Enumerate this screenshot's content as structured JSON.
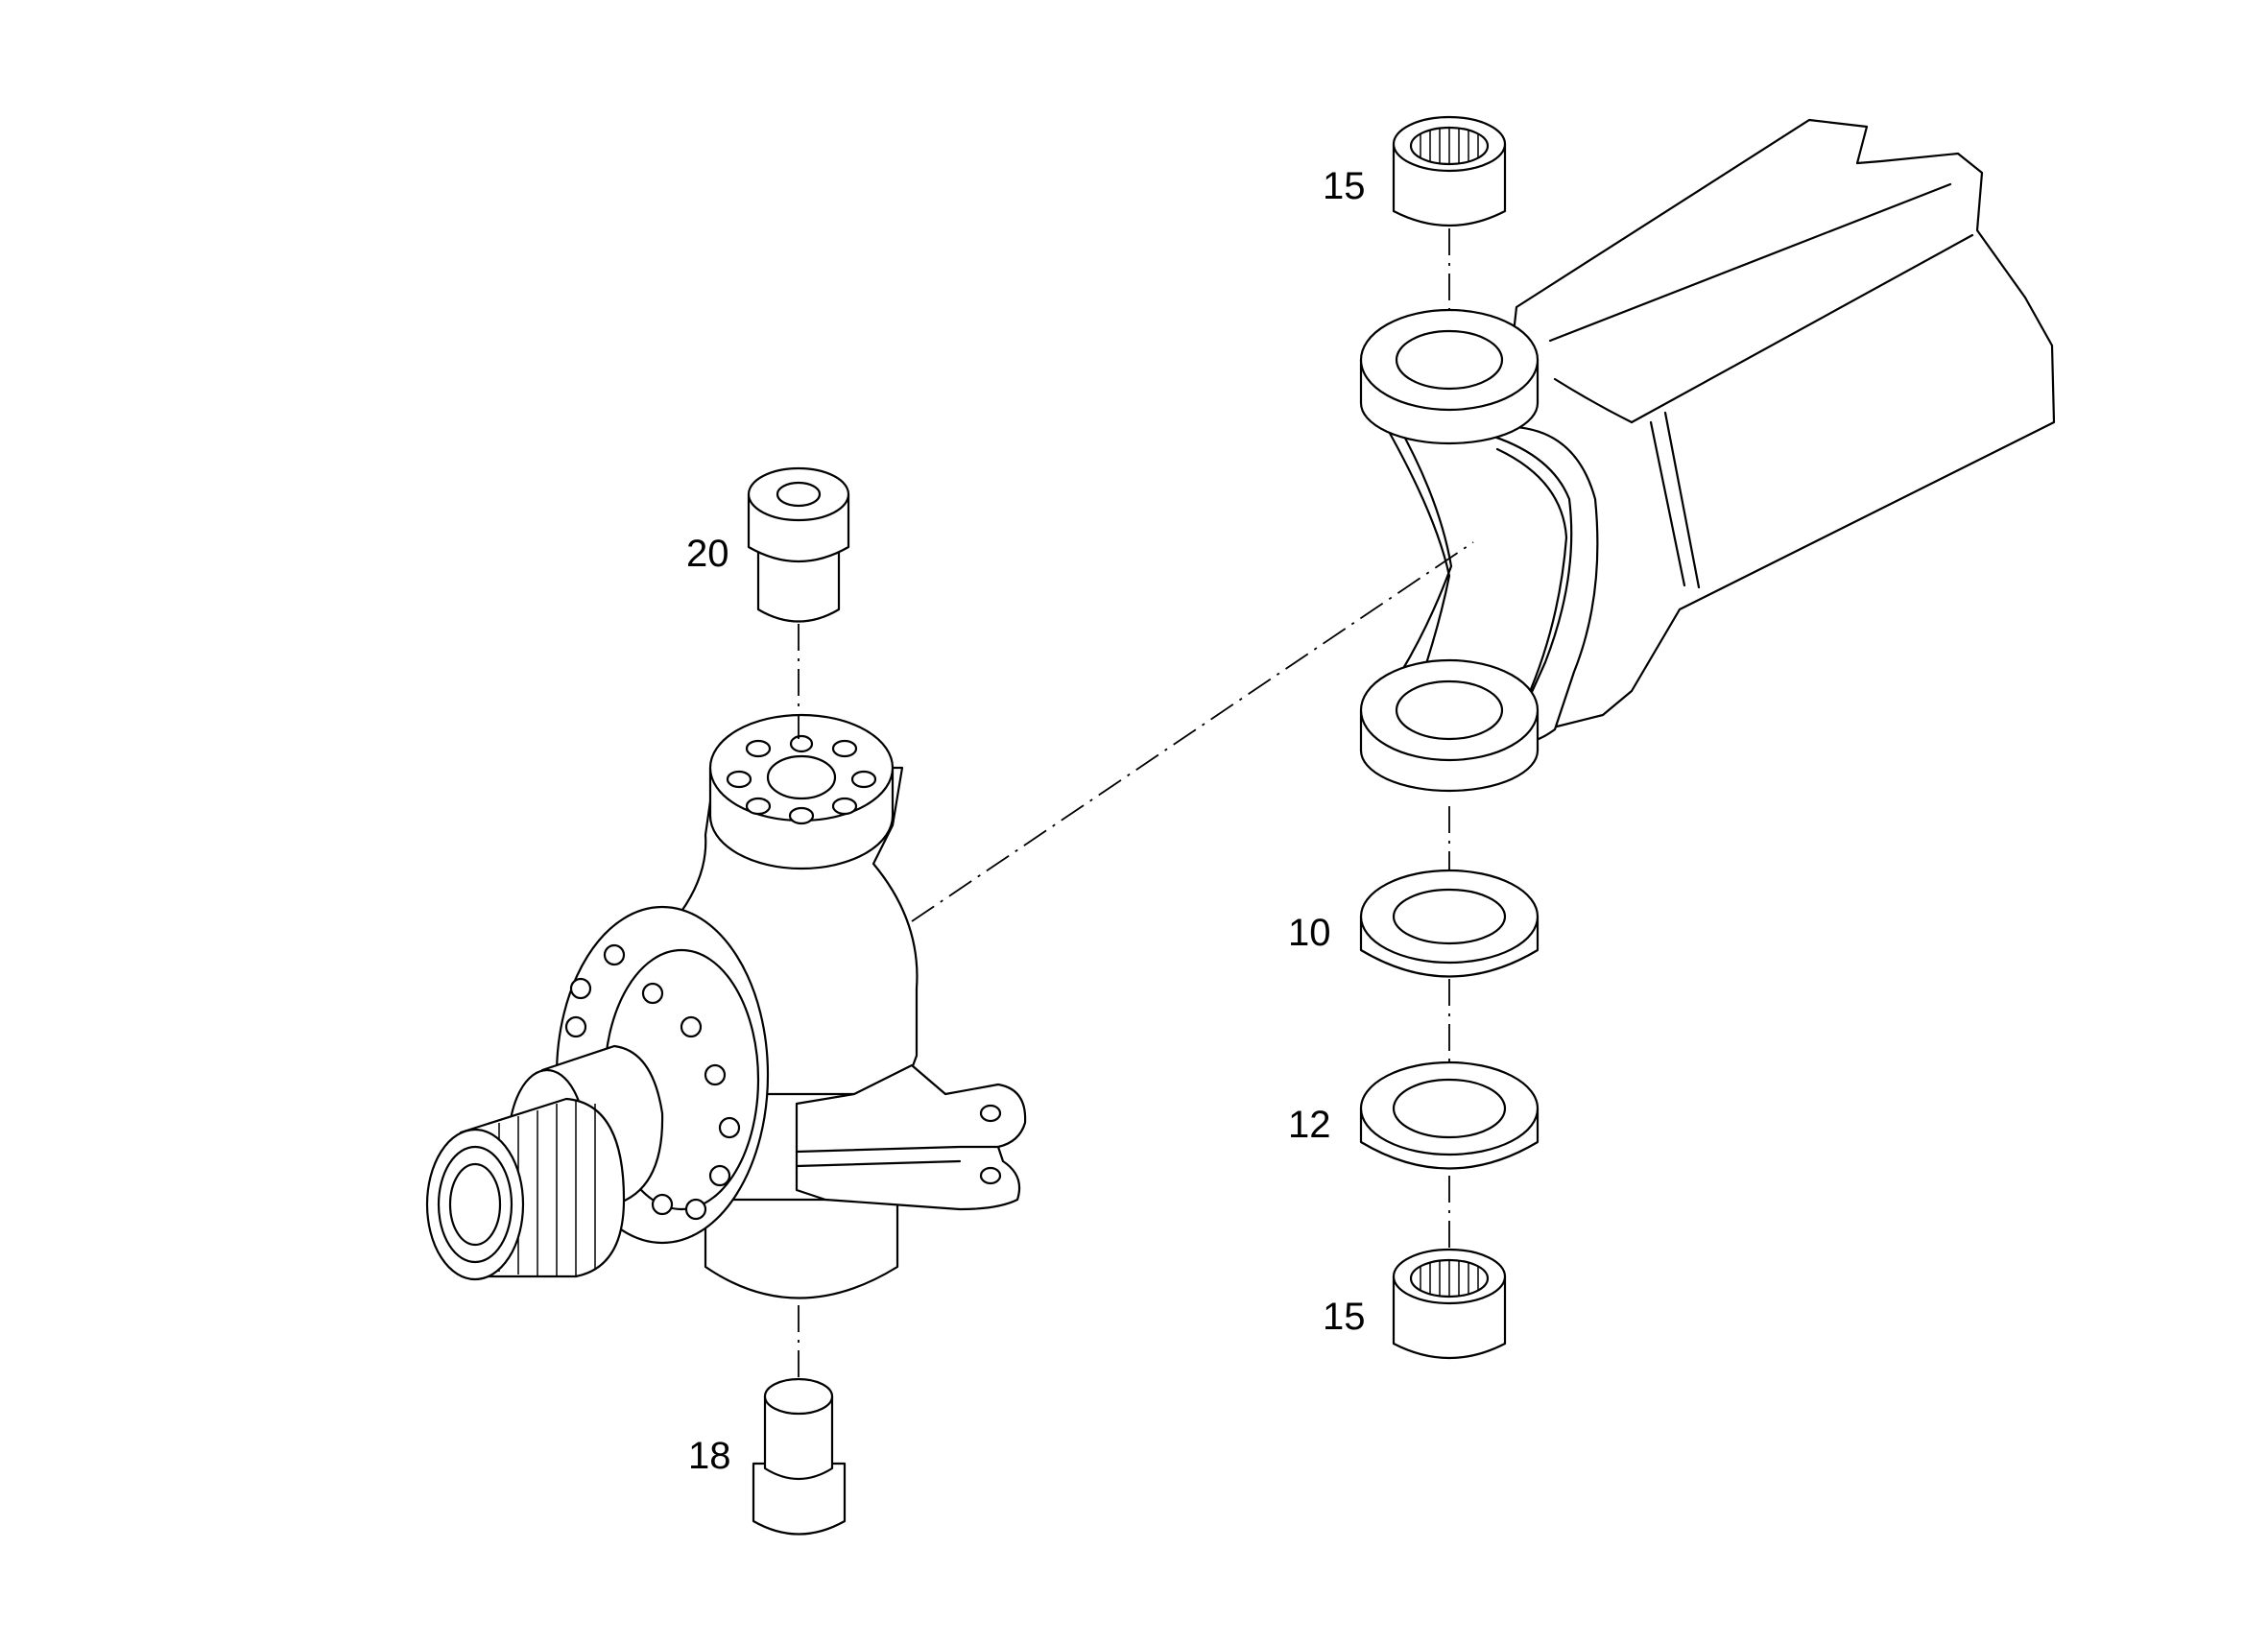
{
  "callouts": {
    "bushing_upper": "20",
    "bushing_lower": "18",
    "bearing_top": "15",
    "bearing_bottom": "15",
    "washer_10": "10",
    "washer_12": "12"
  },
  "colors": {
    "line": "#000000",
    "background": "#ffffff"
  },
  "parts": [
    "steering-knuckle",
    "axle-beam-yoke",
    "bushing",
    "needle-bearing",
    "thrust-washer",
    "seal-washer"
  ]
}
